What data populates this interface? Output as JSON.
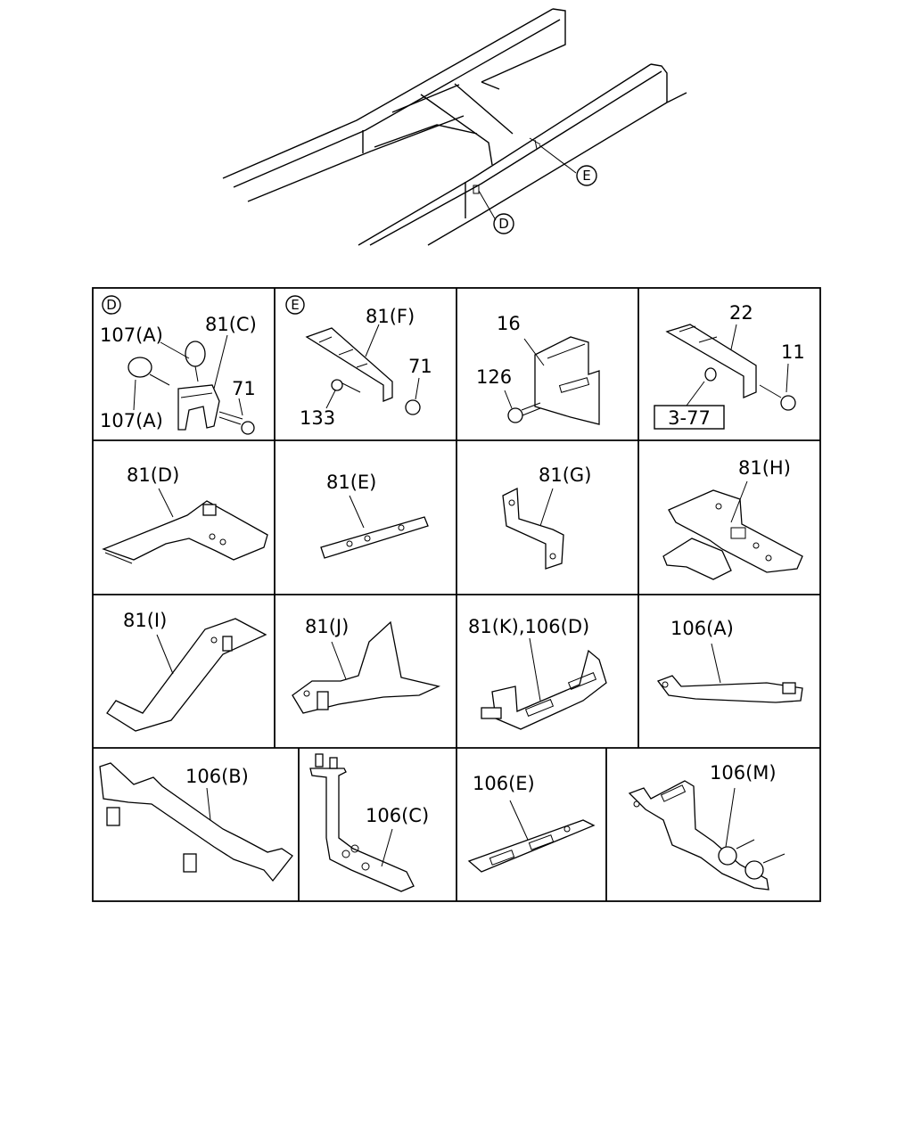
{
  "callouts": {
    "d": "D",
    "e": "E"
  },
  "cells": {
    "D": {
      "marker": "D",
      "labels": [
        "107(A)",
        "81(C)",
        "71",
        "107(A)"
      ]
    },
    "E": {
      "marker": "E",
      "labels": [
        "81(F)",
        "71",
        "133"
      ]
    },
    "p16": {
      "labels": [
        "16",
        "126"
      ]
    },
    "p22": {
      "labels": [
        "22",
        "11"
      ],
      "ref_box": "3-77"
    },
    "p81D": {
      "labels": [
        "81(D)"
      ]
    },
    "p81E": {
      "labels": [
        "81(E)"
      ]
    },
    "p81G": {
      "labels": [
        "81(G)"
      ]
    },
    "p81H": {
      "labels": [
        "81(H)"
      ]
    },
    "p81I": {
      "labels": [
        "81(I)"
      ]
    },
    "p81J": {
      "labels": [
        "81(J)"
      ]
    },
    "p81K": {
      "labels": [
        "81(K),106(D)"
      ]
    },
    "p106A": {
      "labels": [
        "106(A)"
      ]
    },
    "p106B": {
      "labels": [
        "106(B)"
      ]
    },
    "p106C": {
      "labels": [
        "106(C)"
      ]
    },
    "p106E": {
      "labels": [
        "106(E)"
      ]
    },
    "p106M": {
      "labels": [
        "106(M)"
      ]
    }
  }
}
